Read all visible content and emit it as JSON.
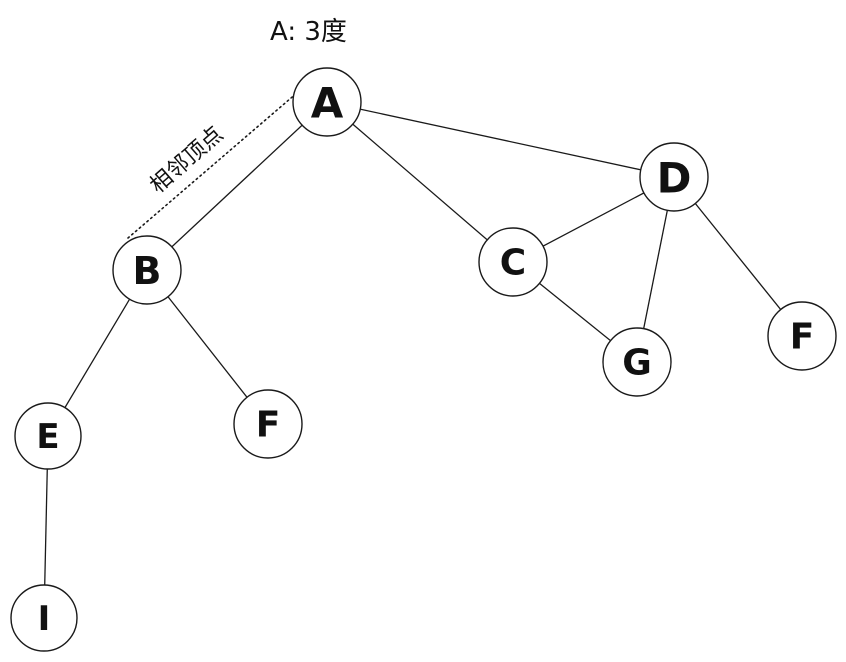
{
  "annotations": {
    "degree": "A: 3度",
    "adjacent": "相邻顶点"
  },
  "nodes": [
    {
      "id": "A",
      "label": "A"
    },
    {
      "id": "B",
      "label": "B"
    },
    {
      "id": "C",
      "label": "C"
    },
    {
      "id": "D",
      "label": "D"
    },
    {
      "id": "E",
      "label": "E"
    },
    {
      "id": "F1",
      "label": "F"
    },
    {
      "id": "F2",
      "label": "F"
    },
    {
      "id": "G",
      "label": "G"
    },
    {
      "id": "I",
      "label": "I"
    }
  ],
  "edges": [
    [
      "A",
      "B"
    ],
    [
      "A",
      "C"
    ],
    [
      "A",
      "D"
    ],
    [
      "C",
      "D"
    ],
    [
      "D",
      "G"
    ],
    [
      "D",
      "F2"
    ],
    [
      "C",
      "G"
    ],
    [
      "B",
      "E"
    ],
    [
      "B",
      "F1"
    ],
    [
      "E",
      "I"
    ]
  ]
}
